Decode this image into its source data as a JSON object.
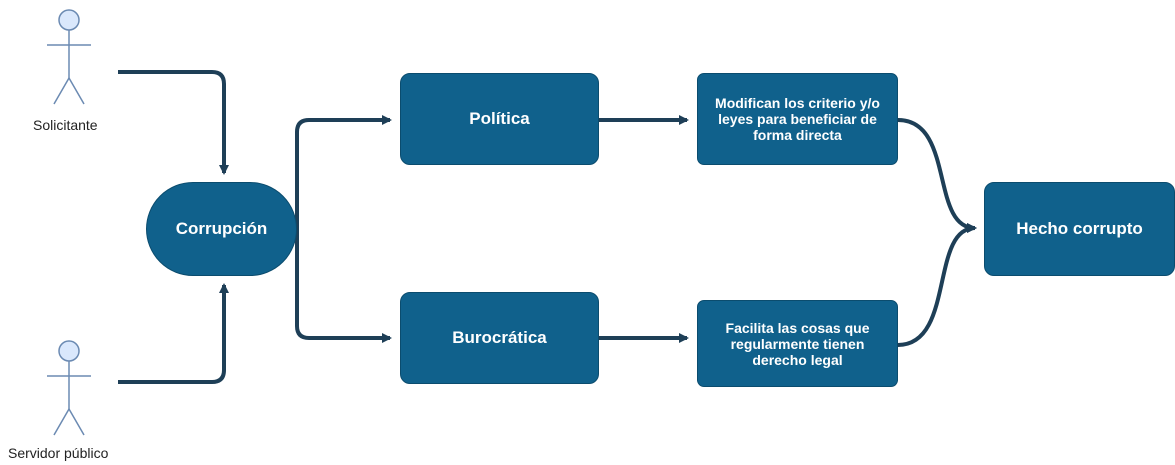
{
  "actors": {
    "solicitante": "Solicitante",
    "servidor": "Servidor público"
  },
  "nodes": {
    "corrupcion": "Corrupción",
    "politica": "Política",
    "burocratica": "Burocrática",
    "modifican": "Modifican los criterio y/o leyes para beneficiar de forma directa",
    "facilita": "Facilita las cosas que regularmente tienen derecho legal",
    "hecho": "Hecho corrupto"
  },
  "colors": {
    "node_fill": "#10618c",
    "edge": "#1e3f57",
    "actor_stroke": "#6b8ab2",
    "actor_fill": "#dae8fc"
  }
}
